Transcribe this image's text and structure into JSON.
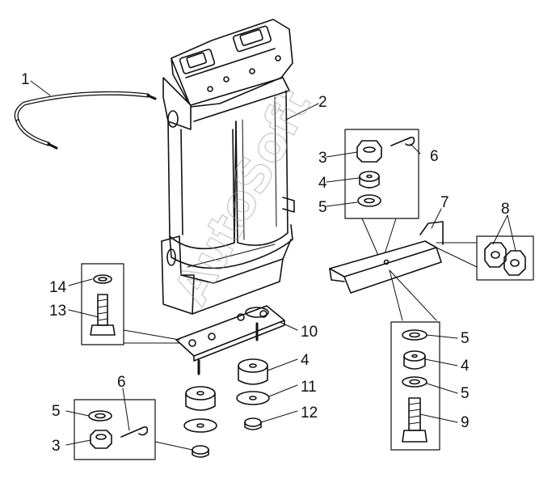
{
  "watermark": "AutoSoft",
  "callouts": {
    "c1": "1",
    "c2": "2",
    "c3a": "3",
    "c6a": "6",
    "c4a": "4",
    "c5a": "5",
    "c7": "7",
    "c8": "8",
    "c14": "14",
    "c13": "13",
    "c10": "10",
    "c4b": "4",
    "c11": "11",
    "c12": "12",
    "c6b": "6",
    "c5b": "5",
    "c3b": "3",
    "c5c": "5",
    "c4c": "4",
    "c5d": "5",
    "c9": "9"
  },
  "colors": {
    "ink": "#111111",
    "paper": "#ffffff",
    "shade": "#cfcfcf"
  }
}
